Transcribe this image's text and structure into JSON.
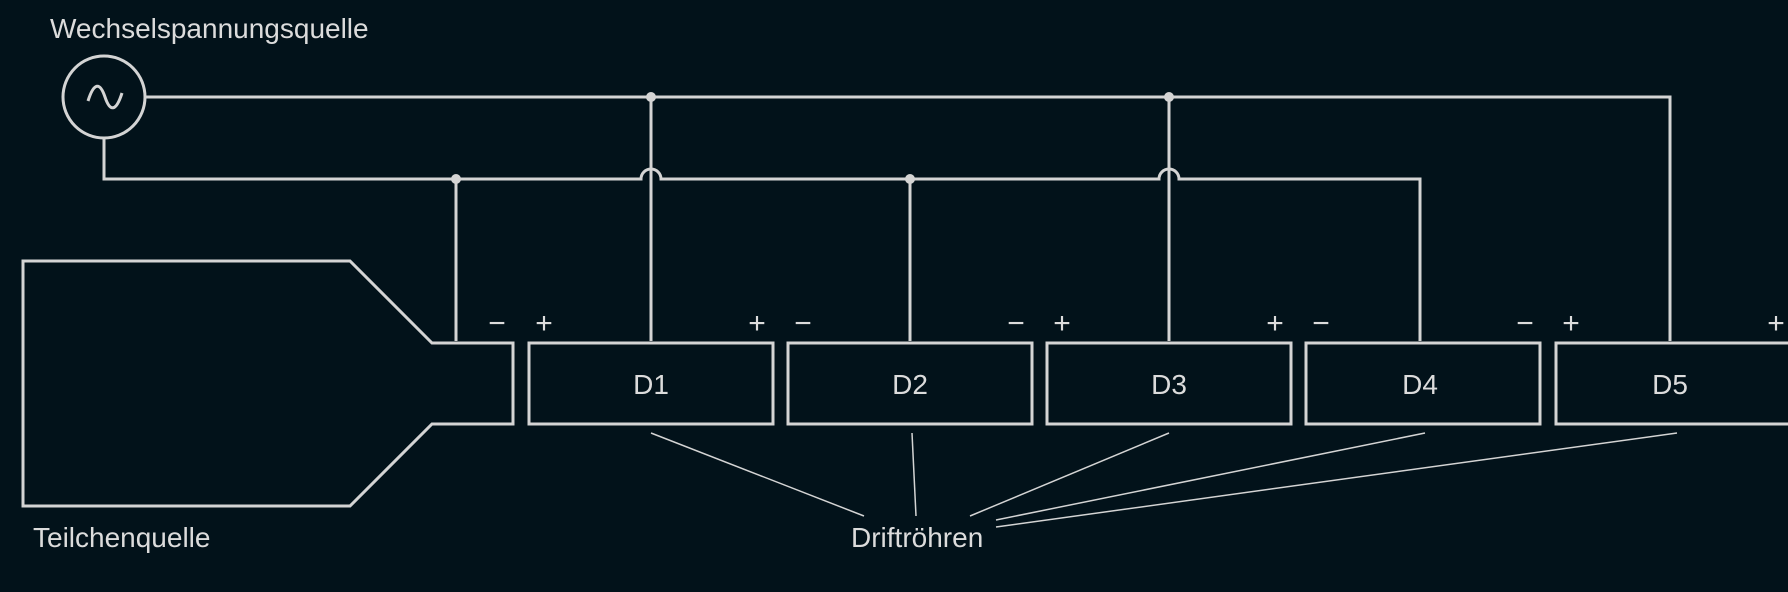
{
  "labels": {
    "source": "Wechselspannungsquelle",
    "particle_source": "Teilchenquelle",
    "drift_tubes": "Driftröhren"
  },
  "tubes": [
    {
      "name": "D1",
      "left_sign": "+",
      "right_sign": "+"
    },
    {
      "name": "D2",
      "left_sign": "−",
      "right_sign": "−"
    },
    {
      "name": "D3",
      "left_sign": "+",
      "right_sign": "+"
    },
    {
      "name": "D4",
      "left_sign": "−",
      "right_sign": "−"
    },
    {
      "name": "D5",
      "left_sign": "+",
      "right_sign": "+"
    }
  ],
  "source_sign": "−",
  "ac_symbol": "~",
  "colors": {
    "background": "#02121a",
    "line": "#d4d4d4",
    "text": "#dcdcdc"
  }
}
